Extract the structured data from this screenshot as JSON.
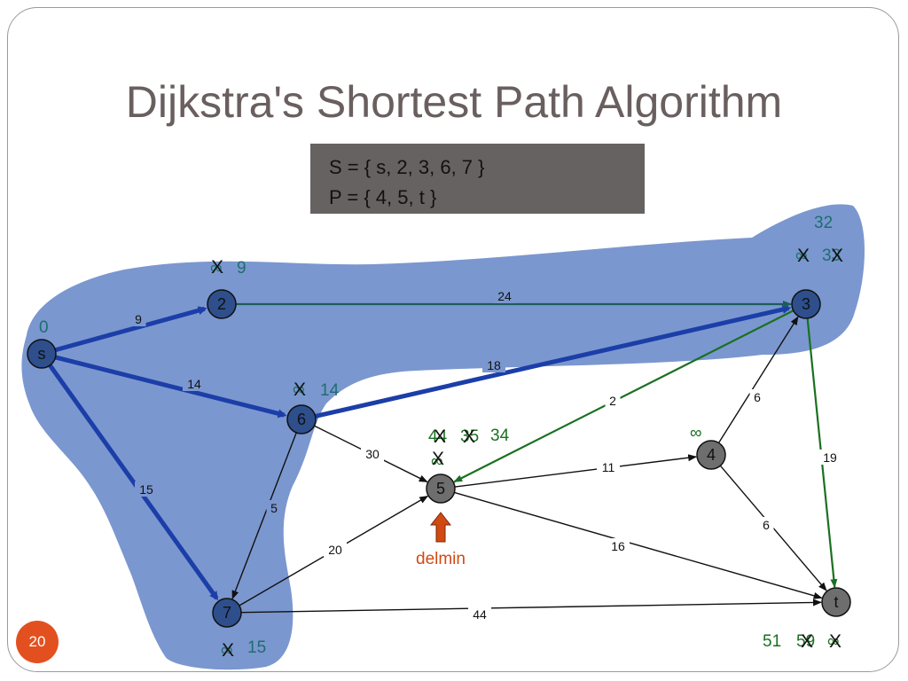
{
  "title": "Dijkstra's Shortest Path Algorithm",
  "sets": {
    "S": "S = { s, 2, 3, 6, 7 }",
    "P": "P = { 4, 5, t }"
  },
  "page_number": "20",
  "colors": {
    "region": "#7b97cf",
    "explored_node": "#2e4f8c",
    "frontier_node": "#6e6e6e",
    "tree_edge": "#1b3ea8",
    "relaxed_edge": "#1a7021",
    "teal_label": "#1d6e6e",
    "delmin": "#d04a12"
  },
  "nodes": [
    {
      "id": "s",
      "label": "s",
      "state": "explored"
    },
    {
      "id": "2",
      "label": "2",
      "state": "explored"
    },
    {
      "id": "3",
      "label": "3",
      "state": "explored"
    },
    {
      "id": "6",
      "label": "6",
      "state": "explored"
    },
    {
      "id": "7",
      "label": "7",
      "state": "explored"
    },
    {
      "id": "4",
      "label": "4",
      "state": "frontier"
    },
    {
      "id": "5",
      "label": "5",
      "state": "frontier"
    },
    {
      "id": "t",
      "label": "t",
      "state": "frontier"
    }
  ],
  "edges": [
    {
      "from": "s",
      "to": "2",
      "weight": "9",
      "style": "tree"
    },
    {
      "from": "s",
      "to": "6",
      "weight": "14",
      "style": "tree"
    },
    {
      "from": "s",
      "to": "7",
      "weight": "15",
      "style": "tree"
    },
    {
      "from": "6",
      "to": "3",
      "weight": "18",
      "style": "tree"
    },
    {
      "from": "2",
      "to": "3",
      "weight": "24",
      "style": "teal"
    },
    {
      "from": "3",
      "to": "5",
      "weight": "2",
      "style": "green"
    },
    {
      "from": "3",
      "to": "t",
      "weight": "19",
      "style": "green"
    },
    {
      "from": "6",
      "to": "5",
      "weight": "30",
      "style": "plain"
    },
    {
      "from": "6",
      "to": "7",
      "weight": "5",
      "style": "plain"
    },
    {
      "from": "5",
      "to": "4",
      "weight": "11",
      "style": "plain"
    },
    {
      "from": "4",
      "to": "3",
      "weight": "6",
      "style": "plain"
    },
    {
      "from": "4",
      "to": "t",
      "weight": "6",
      "style": "plain"
    },
    {
      "from": "5",
      "to": "t",
      "weight": "16",
      "style": "plain"
    },
    {
      "from": "7",
      "to": "5",
      "weight": "20",
      "style": "plain"
    },
    {
      "from": "7",
      "to": "t",
      "weight": "44",
      "style": "plain"
    }
  ],
  "distances": {
    "s": {
      "current": "0"
    },
    "2": {
      "crossed": [
        "∞"
      ],
      "current": "9"
    },
    "6": {
      "crossed": [
        "∞"
      ],
      "current": "14"
    },
    "7": {
      "crossed": [
        "∞"
      ],
      "current": "15"
    },
    "3": {
      "crossed": [
        "∞",
        "33"
      ],
      "current": "32"
    },
    "4": {
      "current": "∞"
    },
    "5": {
      "crossed": [
        "∞",
        "44",
        "35"
      ],
      "current": "34"
    },
    "t": {
      "crossed": [
        "∞",
        "59"
      ],
      "current": "51"
    }
  },
  "delmin_label": "delmin",
  "cross_mark": "X"
}
